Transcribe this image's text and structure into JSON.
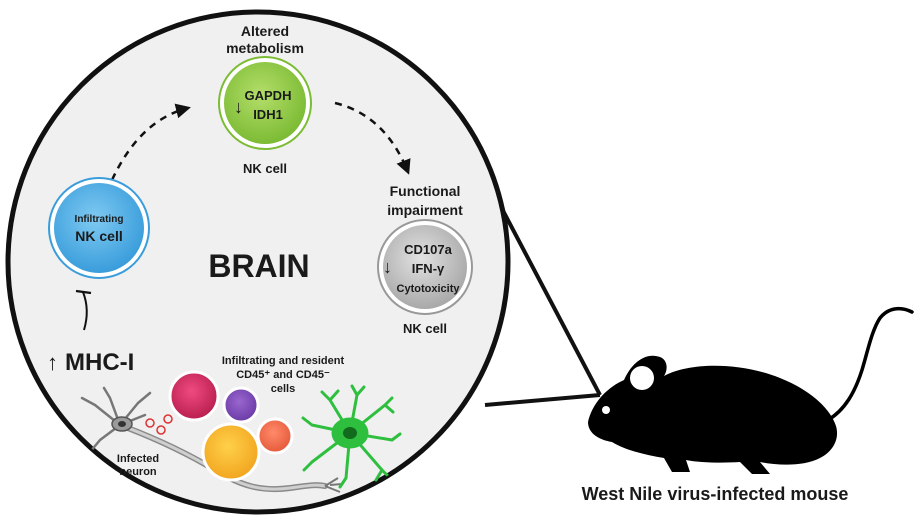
{
  "brain_label": "BRAIN",
  "infiltrating_cell": {
    "line1": "Infiltrating",
    "line2": "NK cell"
  },
  "altered_metabolism": {
    "line1": "Altered",
    "line2": "metabolism"
  },
  "metabolic_nk": {
    "marker1": "GAPDH",
    "marker2": "IDH1",
    "caption": "NK cell",
    "arrow": "↓"
  },
  "functional_impairment": {
    "line1": "Functional",
    "line2": "impairment"
  },
  "impaired_nk": {
    "marker1": "CD107a",
    "marker2": "IFN-γ",
    "marker3": "Cytotoxicity",
    "caption": "NK cell",
    "arrow": "↓"
  },
  "mhc": {
    "arrow": "↑",
    "label": "MHC-I"
  },
  "cd45": {
    "line1": "Infiltrating and resident",
    "line2": "CD45⁺ and CD45⁻",
    "line3": "cells"
  },
  "neuron": {
    "line1": "Infected",
    "line2": "neuron"
  },
  "mouse_caption": "West Nile virus-infected mouse",
  "colors": {
    "circle_fill": "#f0f0f0",
    "nk_blue": "#4aaee6",
    "nk_green": "#8cc63f",
    "nk_gray": "#bdbdbd",
    "microglia": "#2fbf3f"
  }
}
